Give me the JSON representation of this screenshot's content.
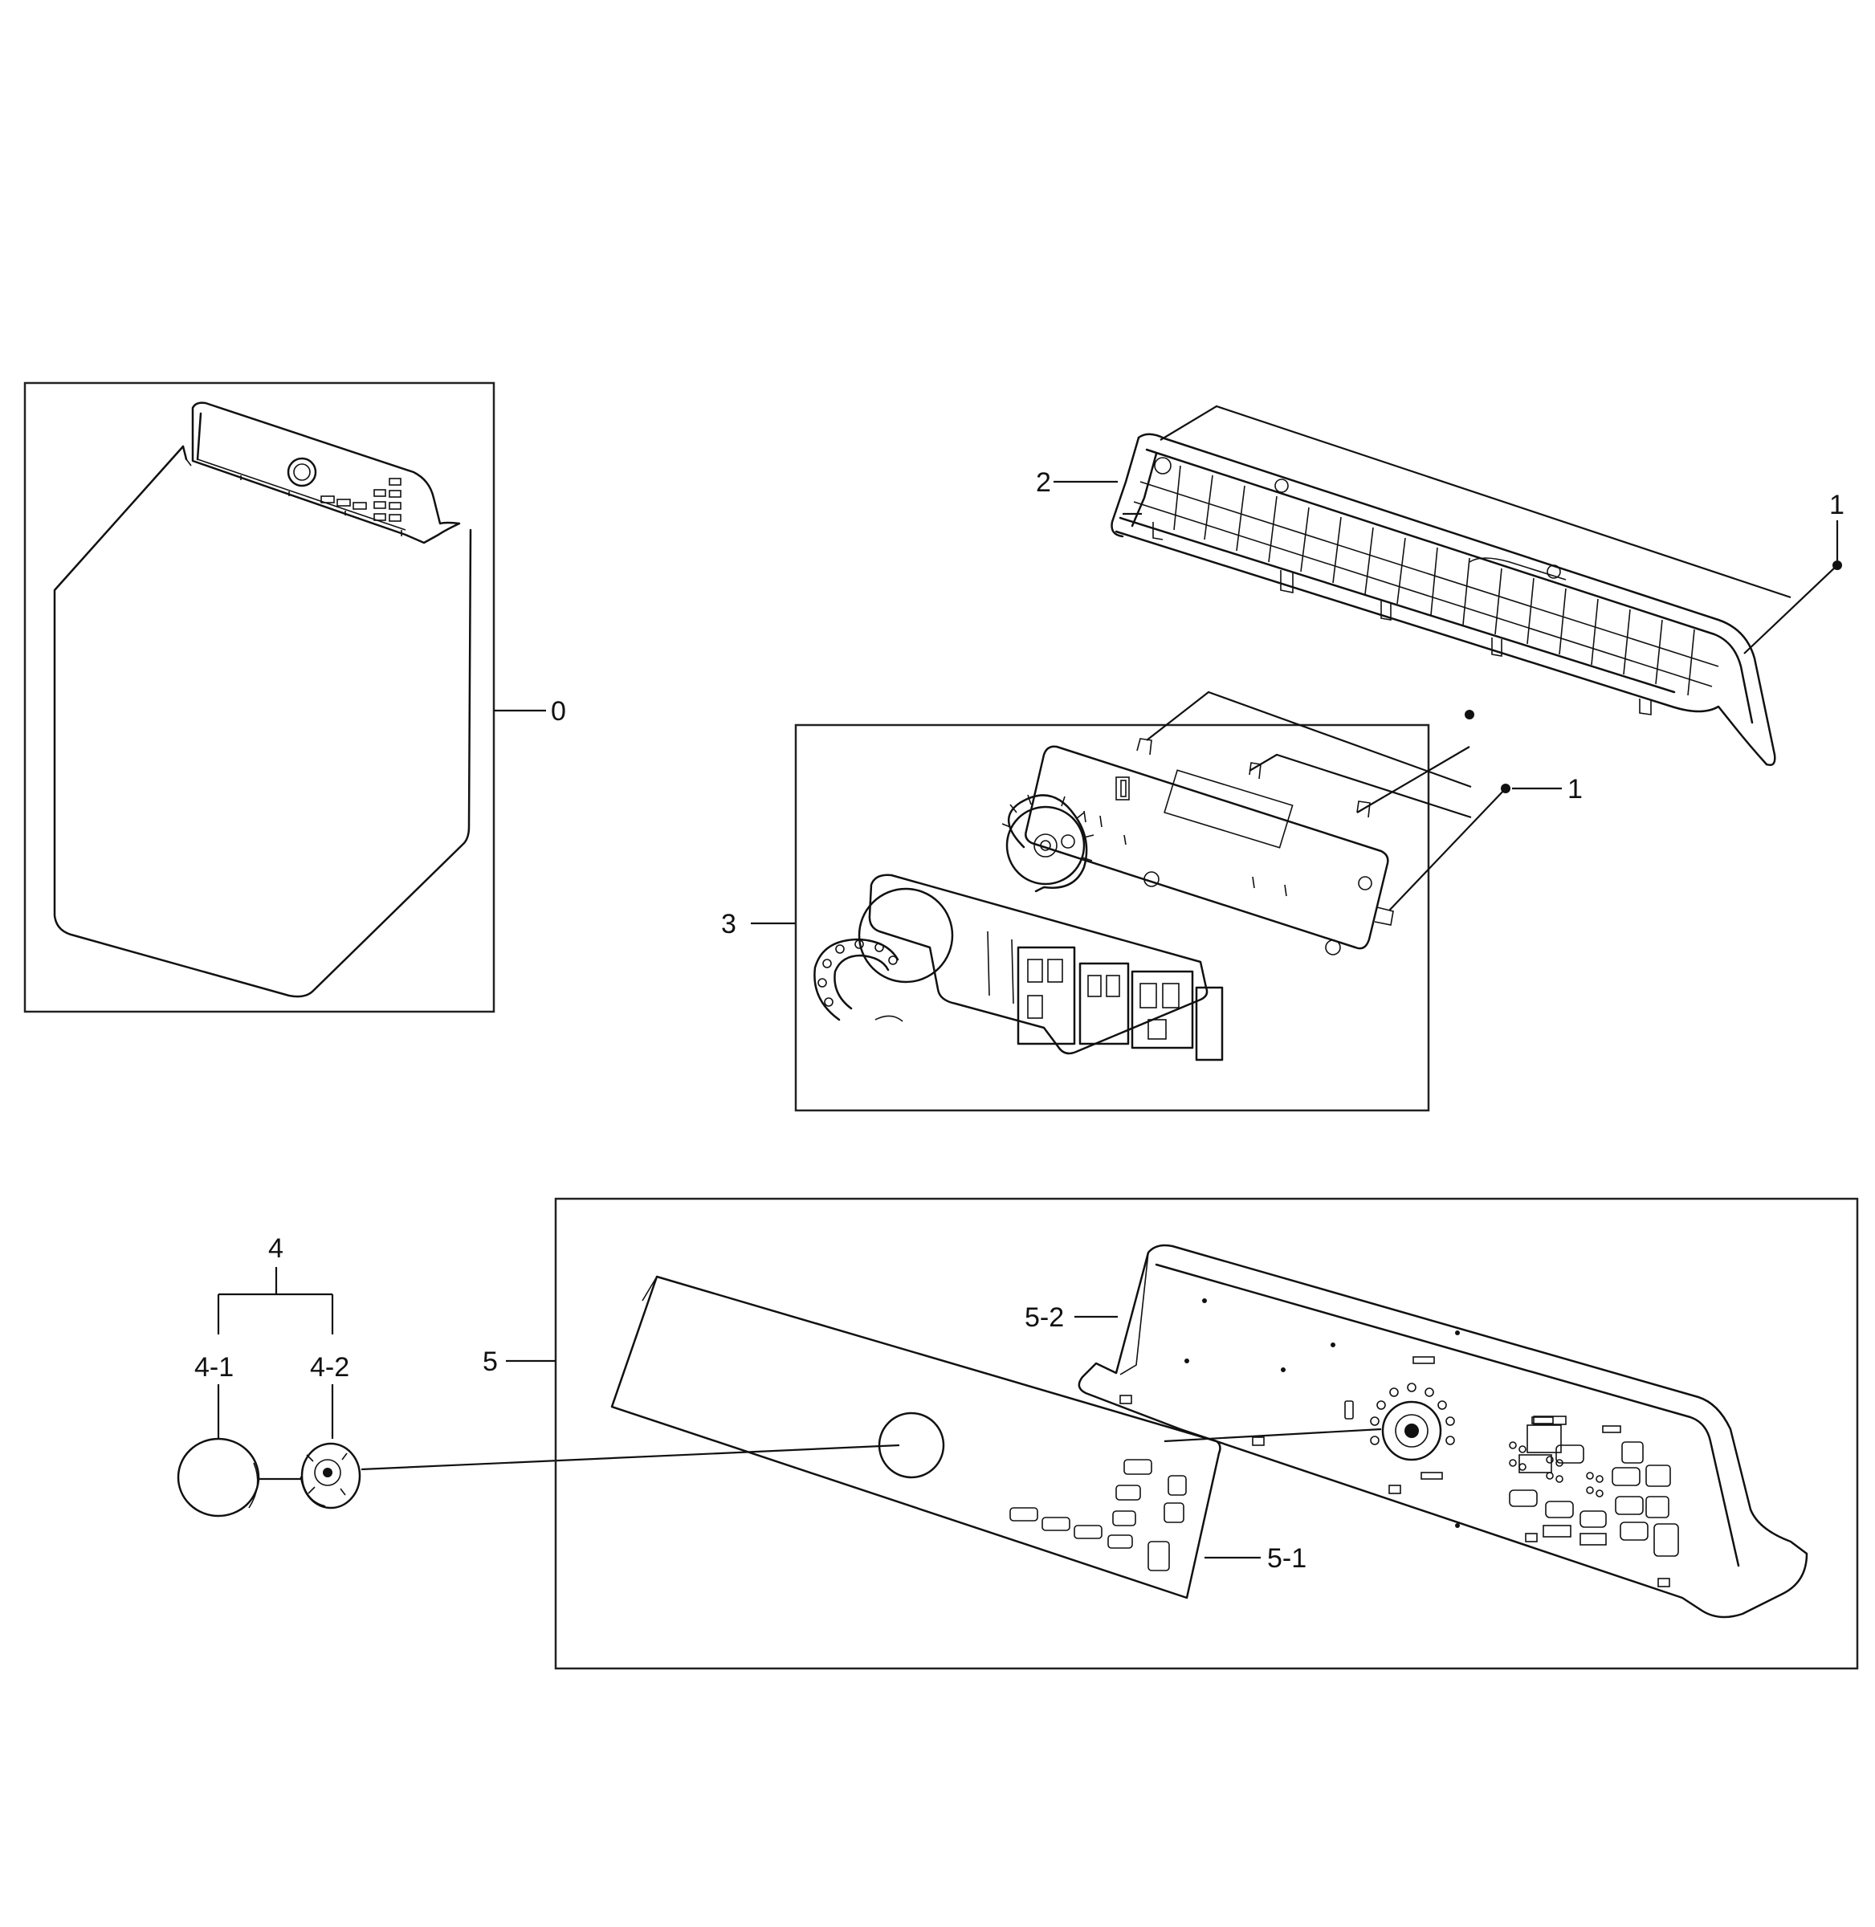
{
  "diagram": {
    "callouts": {
      "part_0": "0",
      "part_1_top": "1",
      "part_1_mid": "1",
      "part_2": "2",
      "part_3": "3",
      "part_4": "4",
      "part_4_1": "4-1",
      "part_4_2": "4-2",
      "part_5": "5",
      "part_5_1": "5-1",
      "part_5_2": "5-2"
    },
    "groups": [
      {
        "callout": "0",
        "part": "washer-cabinet-assembly"
      },
      {
        "callout": "1",
        "part": "screw"
      },
      {
        "callout": "2",
        "part": "control-panel-frame"
      },
      {
        "callout": "3",
        "part": "pcb-assembly"
      },
      {
        "callout": "4",
        "part": "knob-assembly",
        "children": [
          "4-1",
          "4-2"
        ]
      },
      {
        "callout": "5",
        "part": "control-panel-assembly",
        "children": [
          "5-1",
          "5-2"
        ]
      }
    ]
  }
}
